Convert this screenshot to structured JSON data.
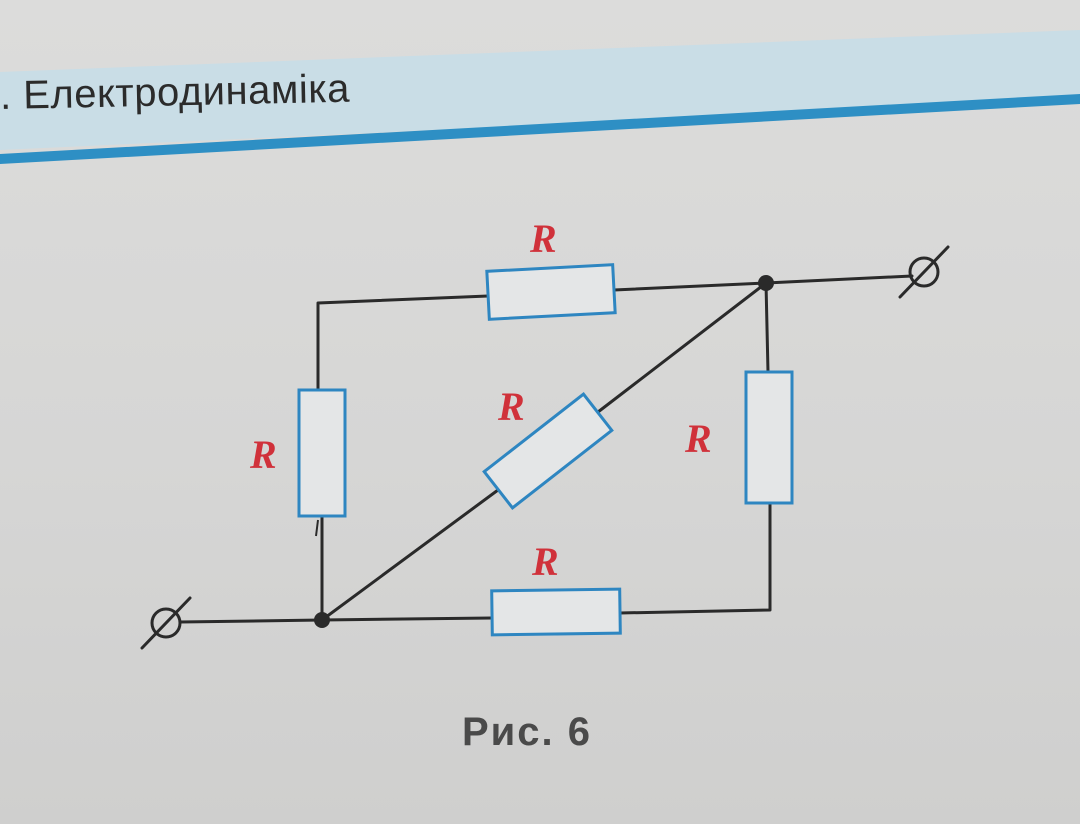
{
  "header": {
    "section_title": ". Електродинаміка",
    "band_color": "#c9dde6",
    "rule_color": "#2e8fc4"
  },
  "circuit": {
    "wire_color": "#2a2a2a",
    "resistor_outline_color": "#2e86c1",
    "label_color": "#d0313a",
    "resistors": [
      {
        "id": "top",
        "label": "R"
      },
      {
        "id": "left",
        "label": "R"
      },
      {
        "id": "diagonal",
        "label": "R"
      },
      {
        "id": "right",
        "label": "R"
      },
      {
        "id": "bottom",
        "label": "R"
      }
    ],
    "terminals": [
      "input-terminal",
      "output-terminal"
    ],
    "nodes": [
      "node-a",
      "node-b"
    ]
  },
  "figure": {
    "caption": "Рис.  6"
  }
}
